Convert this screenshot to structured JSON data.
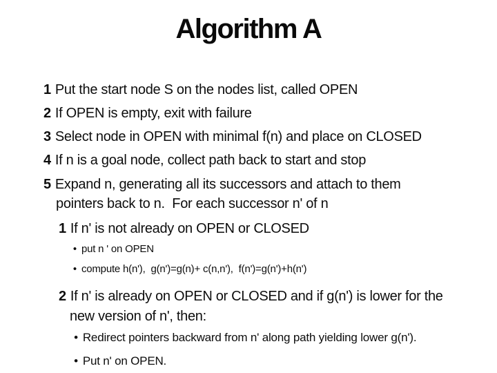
{
  "title": "Algorithm A",
  "bullet_char": "•",
  "steps": [
    {
      "num": "1",
      "text": "Put the start node S on the nodes list, called OPEN"
    },
    {
      "num": "2",
      "text": "If OPEN is empty, exit with failure"
    },
    {
      "num": "3",
      "text": "Select node in OPEN with minimal f(n) and place on CLOSED"
    },
    {
      "num": "4",
      "text": "If n is a goal node, collect path back to start and stop"
    },
    {
      "num": "5",
      "text": "Expand n, generating all its successors and attach to them"
    }
  ],
  "step5_continuation": "pointers back to n.  For each successor n' of n",
  "substeps": [
    {
      "num": "1",
      "text": "If n' is not already on OPEN or CLOSED"
    },
    {
      "num": "2",
      "text": "If n' is already on OPEN or CLOSED and if g(n') is lower for the"
    }
  ],
  "substep2_continuation": "new version of n', then:",
  "substep1_bullets": [
    "put n ' on OPEN",
    "compute h(n'),  g(n')=g(n)+ c(n,n'),  f(n')=g(n')+h(n')"
  ],
  "substep2_bullets": [
    "Redirect pointers backward from n' along path yielding lower g(n').",
    "Put n' on OPEN."
  ]
}
